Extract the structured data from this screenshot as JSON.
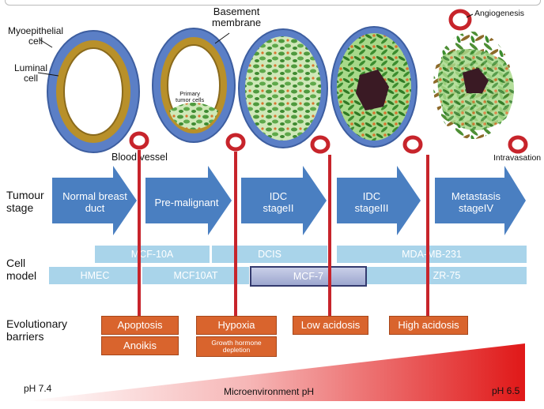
{
  "labels": {
    "myoepithelial": "Myoepithelial\ncell",
    "luminal": "Luminal\ncell",
    "basement": "Basement\nmembrane",
    "primary_tumor": "Primary\ntumor cells",
    "angiogenesis": "Angiogenesis",
    "blood_vessel": "Blood vessel",
    "intravasation": "Intravasation"
  },
  "rows": {
    "tumour_stage": "Tumour\nstage",
    "cell_model": "Cell\nmodel",
    "barriers": "Evolutionary\nbarriers"
  },
  "stages": [
    "Normal breast\nduct",
    "Pre-malignant",
    "IDC\nstageII",
    "IDC\nstageIII",
    "Metastasis\nstageIV"
  ],
  "cell_models_top": [
    "MCF-10A",
    "DCIS",
    "MDA-MB-231"
  ],
  "cell_models_bottom": [
    "HMEC",
    "MCF10AT",
    "MCF-7",
    "ZR-75"
  ],
  "barriers": {
    "apoptosis": "Apoptosis",
    "anoikis": "Anoikis",
    "hypoxia": "Hypoxia",
    "growth_hormone": "Growth hormone\ndepletion",
    "low_acidosis": "Low acidosis",
    "high_acidosis": "High acidosis"
  },
  "ph": {
    "left": "pH 7.4",
    "center": "Microenvironment pH",
    "right": "pH 6.5"
  },
  "colors": {
    "arrow_blue": "#4a7fc1",
    "bar_blue": "#a9d4ea",
    "barrier_orange": "#d9642d",
    "vessel_red": "#c7242b",
    "duct_blue": "#5b7fc6",
    "lumen_gold": "#b8902a",
    "tumor_green": "#5da24a"
  }
}
